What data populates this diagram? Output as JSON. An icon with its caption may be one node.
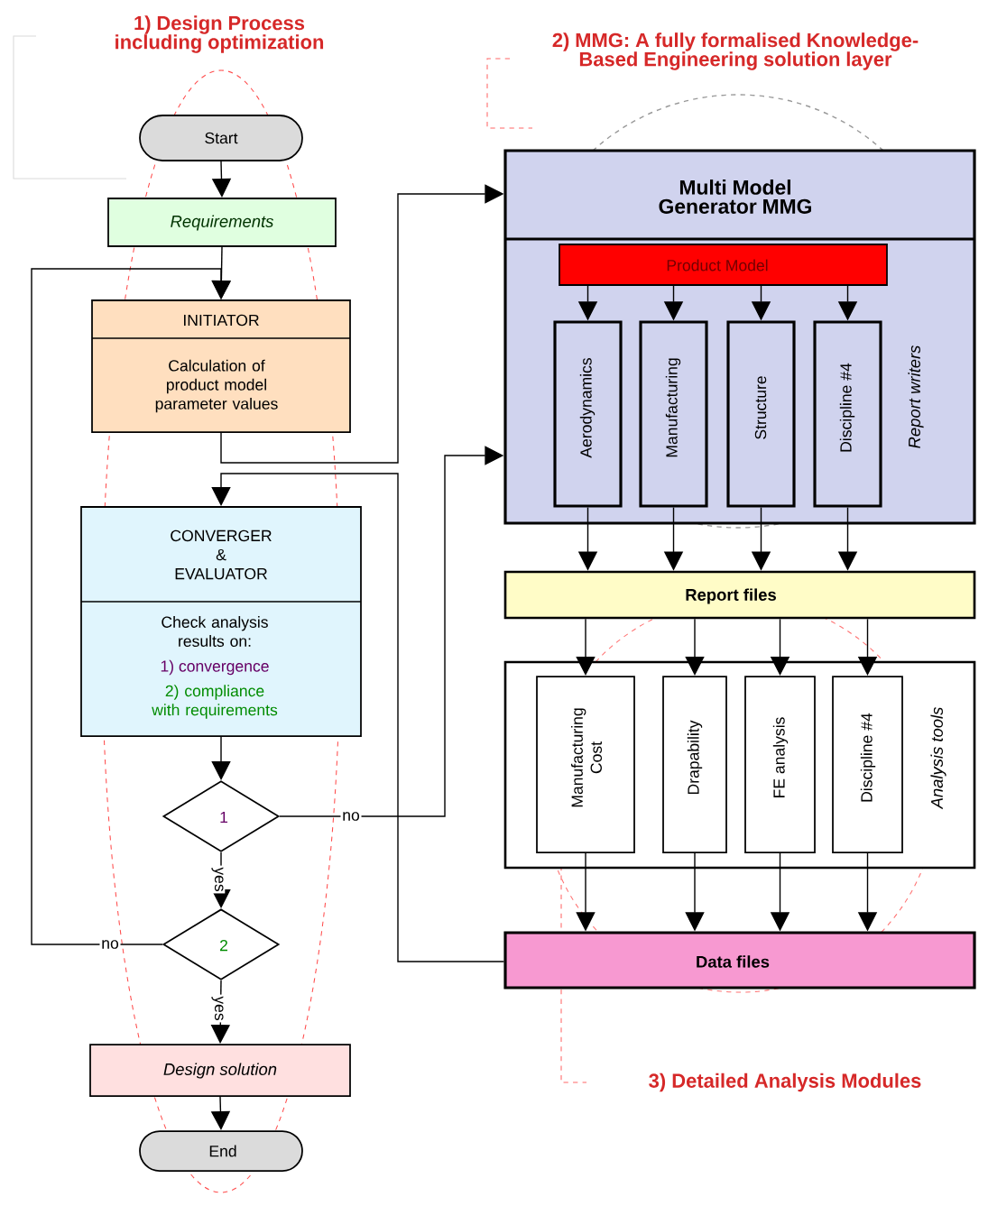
{
  "diagram": {
    "nodes": [
      {
        "text": [
          "Start"
        ]
      },
      {
        "text": [
          "Requirements"
        ]
      },
      {
        "text": [
          "INITIATOR",
          "Calculation of product model parameter values"
        ]
      },
      {
        "text": [
          "CONVERGER & EVALUATOR",
          "Check analysis results on:",
          "1) convergence",
          "2) compliance with requirements"
        ]
      },
      {
        "text": [
          "1"
        ]
      },
      {
        "text": [
          "2"
        ]
      },
      {
        "text": [
          "Design solution"
        ]
      },
      {
        "text": [
          "End"
        ]
      },
      {
        "text": [
          "Multi Model Generator MMG",
          "Report writers"
        ]
      },
      {
        "text": [
          "Product Model"
        ],
        "in": 8
      },
      {
        "text": [
          "Aerodynamics"
        ],
        "in": 8
      },
      {
        "text": [
          "Manufacturing"
        ],
        "in": 8
      },
      {
        "text": [
          "Structure"
        ],
        "in": 8
      },
      {
        "text": [
          "Discipline #4"
        ],
        "in": 8
      },
      {
        "text": [
          "Report files"
        ]
      },
      {
        "text": [
          "Analysis tools"
        ]
      },
      {
        "text": [
          "Manufacturing Cost"
        ],
        "in": 15
      },
      {
        "text": [
          "Drapability"
        ],
        "in": 15
      },
      {
        "text": [
          "FE analysis"
        ],
        "in": 15
      },
      {
        "text": [
          "Discipline #4"
        ],
        "in": 15
      },
      {
        "text": [
          "Data files"
        ]
      }
    ],
    "edges": [
      {
        "from": 0,
        "to": 1,
        "arrow": "to"
      },
      {
        "from": 1,
        "to": 2,
        "arrow": "to"
      },
      {
        "from": 2,
        "to": 8,
        "arrow": "to"
      },
      {
        "from": 3,
        "to": 4,
        "arrow": "to"
      },
      {
        "from": 4,
        "to": 5,
        "arrow": "to",
        "label": "yes"
      },
      {
        "from": 4,
        "to": 8,
        "arrow": "to",
        "label": "no"
      },
      {
        "from": 5,
        "to": 2,
        "arrow": "to",
        "label": "no"
      },
      {
        "from": 5,
        "to": 6,
        "arrow": "to",
        "label": "yes"
      },
      {
        "from": 6,
        "to": 7,
        "arrow": "to"
      },
      {
        "from": 20,
        "to": 3,
        "arrow": "to"
      },
      {
        "from": 9,
        "to": 10,
        "arrow": "to"
      },
      {
        "from": 9,
        "to": 11,
        "arrow": "to"
      },
      {
        "from": 9,
        "to": 12,
        "arrow": "to"
      },
      {
        "from": 9,
        "to": 13,
        "arrow": "to"
      },
      {
        "from": 10,
        "to": 14,
        "arrow": "to"
      },
      {
        "from": 11,
        "to": 14,
        "arrow": "to"
      },
      {
        "from": 12,
        "to": 14,
        "arrow": "to"
      },
      {
        "from": 13,
        "to": 14,
        "arrow": "to"
      },
      {
        "from": 14,
        "to": 16,
        "arrow": "to"
      },
      {
        "from": 14,
        "to": 17,
        "arrow": "to"
      },
      {
        "from": 14,
        "to": 18,
        "arrow": "to"
      },
      {
        "from": 14,
        "to": 19,
        "arrow": "to"
      },
      {
        "from": 16,
        "to": 20,
        "arrow": "to"
      },
      {
        "from": 17,
        "to": 20,
        "arrow": "to"
      },
      {
        "from": 18,
        "to": 20,
        "arrow": "to"
      },
      {
        "from": 19,
        "to": 20,
        "arrow": "to"
      }
    ],
    "labels": [
      "1) Design Process including optimization",
      "2) MMG: A fully formalised Knowledge-Based Engineering solution layer",
      "3) Detailed Analysis Modules"
    ]
  }
}
